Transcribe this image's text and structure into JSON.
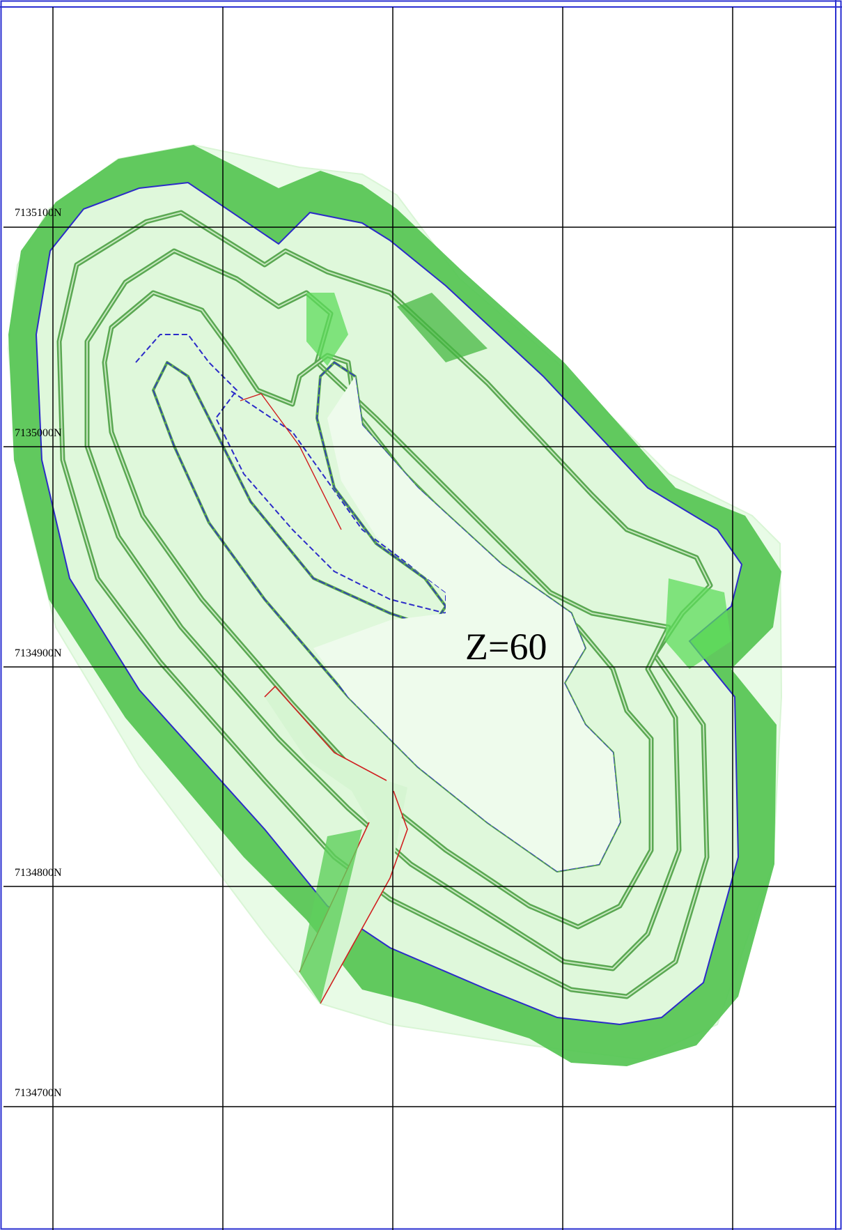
{
  "map": {
    "elevation_label": "Z=60",
    "northing_labels": [
      "7135100N",
      "7135000N",
      "7134900N",
      "7134800N",
      "7134700N"
    ],
    "colors": {
      "frame_border": "#2a2fd0",
      "grid_line": "#000000",
      "pit_outer_fill": "#e8fbe6",
      "pit_wall_dark": "#4cc64a",
      "pit_wall_mid": "#7be07a",
      "pit_wall_light": "#b9f0b5",
      "bench_line": "#2b2bc8",
      "toe_line": "#d02020",
      "bench_green": "#5aa852"
    }
  }
}
